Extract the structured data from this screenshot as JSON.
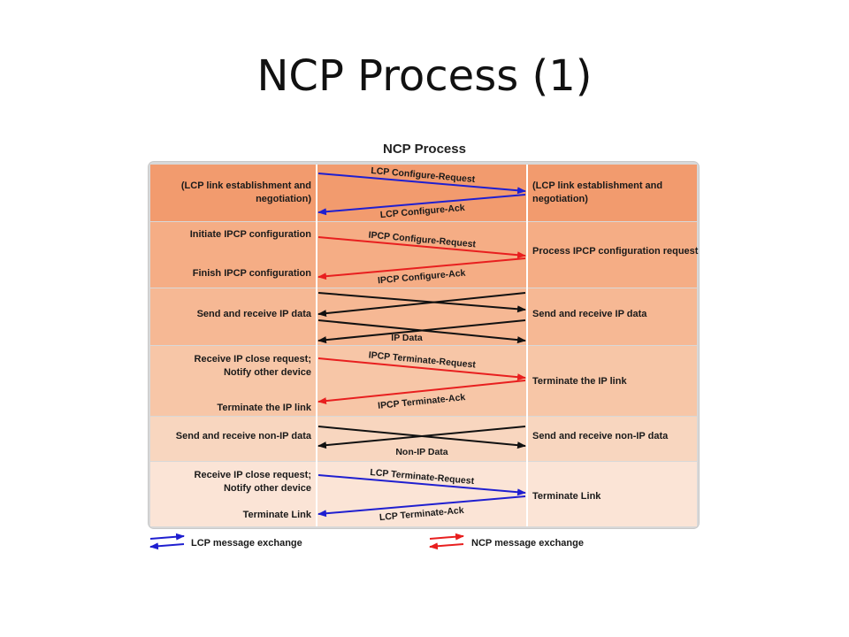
{
  "slide": {
    "title": "NCP Process (1)"
  },
  "diagram": {
    "title": "NCP Process",
    "colors": {
      "lcp": "#1f1fd0",
      "ncp": "#e81f1f",
      "data": "#111111",
      "rows": [
        "#f29b6e",
        "#f5ad85",
        "#f6b894",
        "#f7c6a7",
        "#f8d6bf",
        "#fbe4d6"
      ]
    },
    "rows": [
      {
        "left": [
          "(LCP link establishment and",
          "negotiation)"
        ],
        "right": [
          "(LCP link establishment and",
          "negotiation)"
        ]
      },
      {
        "left_top": "Initiate IPCP configuration",
        "left_bottom": "Finish IPCP configuration",
        "right": "Process IPCP configuration request"
      },
      {
        "left": "Send and receive IP data",
        "right": "Send and receive IP data"
      },
      {
        "left_top": [
          "Receive IP close request;",
          "Notify other device"
        ],
        "left_bottom": "Terminate the IP link",
        "right": "Terminate the IP link"
      },
      {
        "left": "Send and receive non-IP data",
        "right": "Send and receive non-IP data"
      },
      {
        "left_top": [
          "Receive IP close request;",
          "Notify other device"
        ],
        "left_bottom": "Terminate Link",
        "right": "Terminate Link"
      }
    ],
    "messages": {
      "lcp_req": "LCP Configure-Request",
      "lcp_ack": "LCP Configure-Ack",
      "ipcp_req": "IPCP Configure-Request",
      "ipcp_ack": "IPCP Configure-Ack",
      "ip_data": "IP Data",
      "ipcp_term_req": "IPCP Terminate-Request",
      "ipcp_term_ack": "IPCP Terminate-Ack",
      "non_ip_data": "Non-IP Data",
      "lcp_term_req": "LCP Terminate-Request",
      "lcp_term_ack": "LCP Terminate-Ack"
    },
    "legend": {
      "lcp": "LCP message exchange",
      "ncp": "NCP message exchange"
    }
  }
}
